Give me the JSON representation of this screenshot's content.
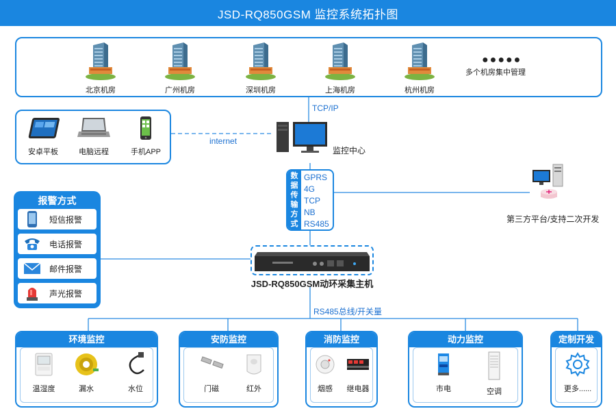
{
  "title": "JSD-RQ850GSM 监控系统拓扑图",
  "datacenters": [
    {
      "label": "北京机房",
      "icon": "building-icon"
    },
    {
      "label": "广州机房",
      "icon": "building-icon"
    },
    {
      "label": "深圳机房",
      "icon": "building-icon"
    },
    {
      "label": "上海机房",
      "icon": "building-icon"
    },
    {
      "label": "杭州机房",
      "icon": "building-icon"
    }
  ],
  "datacenter_more": {
    "dots": "●●●●●",
    "label": "多个机房集中管理"
  },
  "links": {
    "tcpip": "TCP/IP",
    "internet": "internet",
    "rs485_bus": "RS485总线/开关量"
  },
  "remote_devices": [
    {
      "label": "安卓平板",
      "icon": "tablet-icon"
    },
    {
      "label": "电脑远程",
      "icon": "laptop-icon"
    },
    {
      "label": "手机APP",
      "icon": "phone-icon"
    }
  ],
  "monitor_center": {
    "label": "监控中心",
    "icon": "desktop-computer-icon"
  },
  "transmission": {
    "title_chars": [
      "数",
      "据",
      "传",
      "输",
      "方",
      "式"
    ],
    "methods": [
      "GPRS",
      "4G",
      "TCP",
      "NB",
      "RS485"
    ]
  },
  "third_party": {
    "label": "第三方平台/支持二次开发",
    "icon": "server-icon"
  },
  "alarm": {
    "title": "报警方式",
    "items": [
      {
        "label": "短信报警",
        "icon": "mobile-sms-icon"
      },
      {
        "label": "电话报警",
        "icon": "telephone-icon"
      },
      {
        "label": "邮件报警",
        "icon": "email-icon"
      },
      {
        "label": "声光报警",
        "icon": "siren-icon"
      }
    ]
  },
  "host": {
    "label": "JSD-RQ850GSM动环采集主机",
    "icon": "rack-host-icon"
  },
  "categories": [
    {
      "title": "环境监控",
      "items": [
        {
          "label": "温湿度",
          "icon": "thermo-hygrometer-icon"
        },
        {
          "label": "漏水",
          "icon": "water-leak-cable-icon"
        },
        {
          "label": "水位",
          "icon": "water-level-sensor-icon"
        }
      ]
    },
    {
      "title": "安防监控",
      "items": [
        {
          "label": "门磁",
          "icon": "door-sensor-icon"
        },
        {
          "label": "红外",
          "icon": "infrared-sensor-icon"
        }
      ]
    },
    {
      "title": "消防监控",
      "items": [
        {
          "label": "烟感",
          "icon": "smoke-detector-icon"
        },
        {
          "label": "继电器",
          "icon": "relay-icon"
        }
      ]
    },
    {
      "title": "动力监控",
      "items": [
        {
          "label": "市电",
          "icon": "power-meter-icon"
        },
        {
          "label": "空调",
          "icon": "air-conditioner-icon"
        }
      ]
    },
    {
      "title": "定制开发",
      "items": [
        {
          "label": "更多......",
          "icon": "gear-icon"
        }
      ]
    }
  ],
  "colors": {
    "accent": "#1a86e0",
    "line": "#2a8be2",
    "text_link": "#1a6fd0"
  }
}
